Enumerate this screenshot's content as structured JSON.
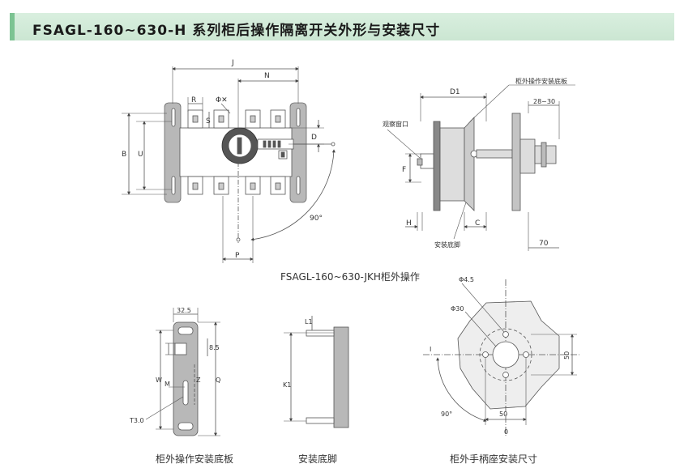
{
  "title": "FSAGL-160~630-H 系列柜后操作隔离开关外形与安装尺寸",
  "captions": {
    "rear_operation": "FSAGL-160~630-JKH柜外操作",
    "base_plate": "柜外操作安装底板",
    "mounting_foot": "安装底脚",
    "handle_seat": "柜外手柄座安装尺寸"
  },
  "labels": {
    "J": "J",
    "N": "N",
    "R": "R",
    "phi_x": "Φ✕",
    "S": "S",
    "D": "D",
    "B": "B",
    "U": "U",
    "P": "P",
    "angle_90": "90°",
    "D1": "D1",
    "base_plate_note": "柜外操作安装底板",
    "range_28_30": "28~30",
    "window_note": "观察窗口",
    "F": "F",
    "H": "H",
    "C": "C",
    "foot_note": "安装底脚",
    "dim_70": "70",
    "dim_32_5": "32.5",
    "dim_8_5": "8.5",
    "W": "W",
    "Z": "Z",
    "Q": "Q",
    "M": "M",
    "T3": "T3.0",
    "L1": "L1",
    "K1": "K1",
    "phi_4_5": "Φ4.5",
    "phi_30": "Φ30",
    "I": "I",
    "dim_50_v": "50",
    "dim_50_h": "50",
    "zero": "0"
  }
}
